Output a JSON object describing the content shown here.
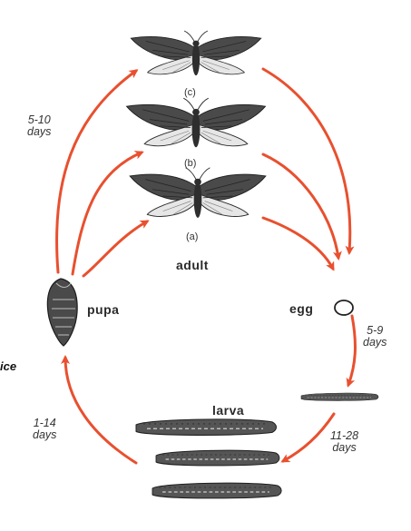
{
  "stages": {
    "adult": "adult",
    "egg": "egg",
    "larva": "larva",
    "pupa": "pupa"
  },
  "adult_variants": [
    "(c)",
    "(b)",
    "(a)"
  ],
  "durations": {
    "pupa_to_adult": {
      "value": "5-10",
      "unit": "days"
    },
    "egg_to_larva": {
      "value": "5-9",
      "unit": "days"
    },
    "larva_growth": {
      "value": "11-28",
      "unit": "days"
    },
    "larva_to_pupa": {
      "value": "1-14",
      "unit": "days"
    }
  },
  "cut_text": "ice",
  "colors": {
    "arrow": "#e8502f",
    "ink": "#2b2b2b",
    "paper": "#ffffff"
  }
}
